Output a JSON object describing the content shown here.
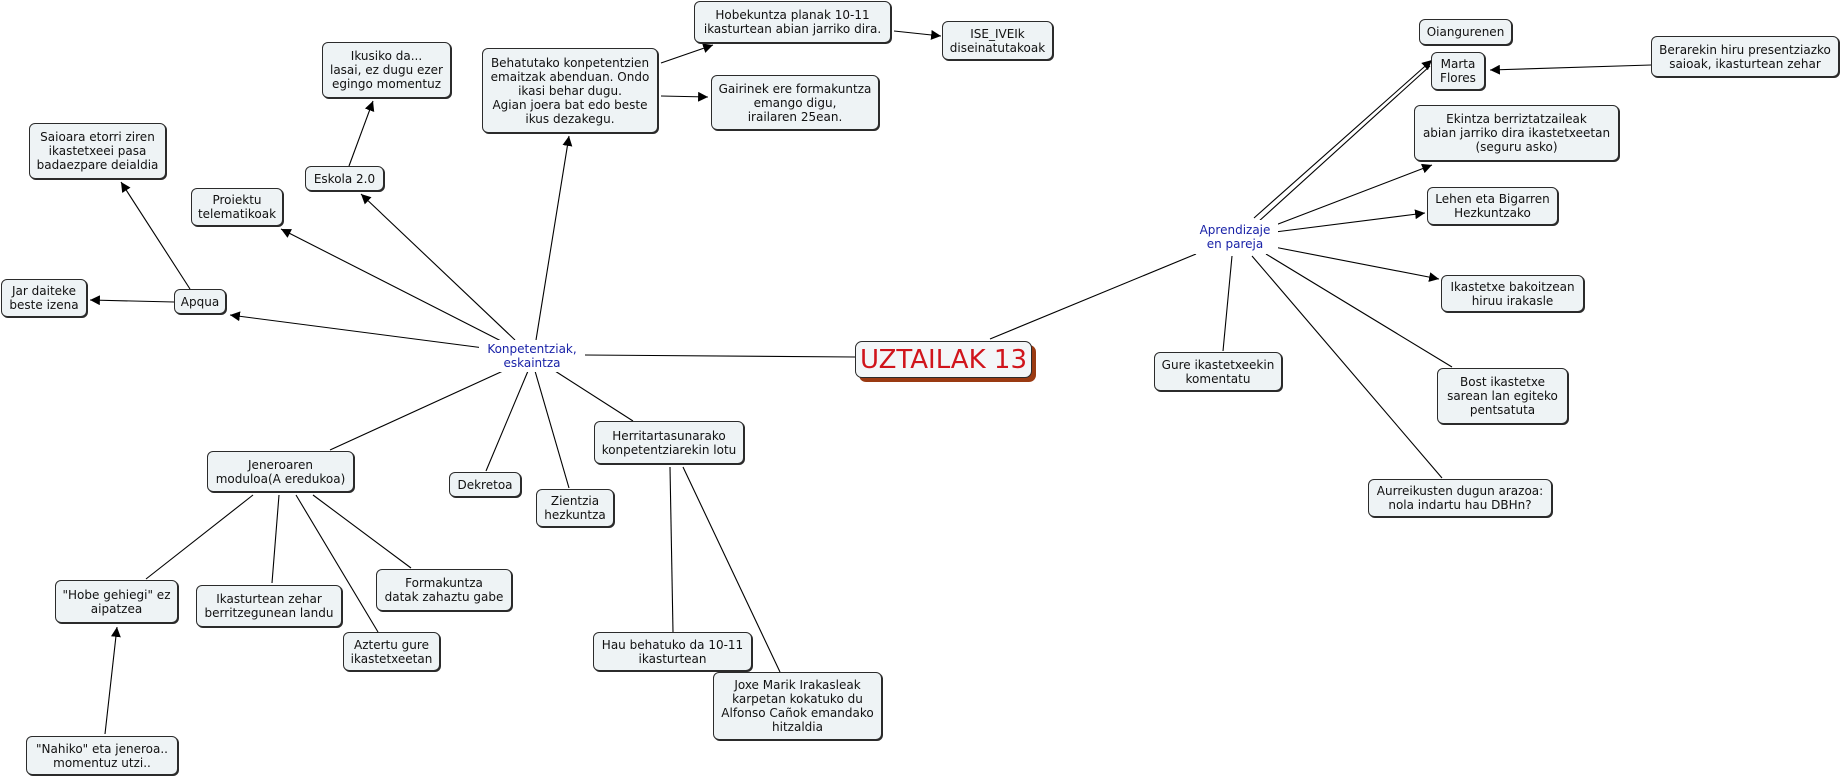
{
  "root": "UZTAILAK 13",
  "hubs": {
    "konpetentziak": "Konpetentziak,\neskaintza",
    "aprendizaje": "Aprendizaje\nen pareja"
  },
  "nodes": {
    "behatutako": "Behatutako konpetentzien\nemaitzak abenduan. Ondo\nikasi behar dugu.\nAgian joera bat edo beste\nikus dezakegu.",
    "hobekuntza": "Hobekuntza planak 10-11\nikasturtean abian jarriko dira.",
    "ise_iveik": "ISE_IVEIk\ndiseinatutakoak",
    "gairinek": "Gairinek ere formakuntza\nemango digu,\nirailaren 25ean.",
    "ikusiko": "Ikusiko da...\nlasai, ez dugu ezer\negingo momentuz",
    "eskola": "Eskola 2.0",
    "proiektu": "Proiektu\ntelematikoak",
    "saioara": "Saioara etorri ziren\nikastetxeei pasa\nbadaezpare deialdia",
    "apqua": "Apqua",
    "jar_daiteke": "Jar daiteke\nbeste izena",
    "jeneroaren": "Jeneroaren\nmoduloa(A eredukoa)",
    "hobe_gehiegi": "\"Hobe gehiegi\" ez\naipatzea",
    "nahiko": "\"Nahiko\" eta jeneroa..\nmomentuz utzi..",
    "ikasturtean_zehar": "Ikasturtean zehar\nberritzegunean landu",
    "aztertu": "Aztertu gure\nikastetxeetan",
    "formakuntza_datak": "Formakuntza\ndatak zahaztu gabe",
    "dekretoa": "Dekretoa",
    "zientzia": "Zientzia\nhezkuntza",
    "herritartasuna": "Herritartasunarako\nkonpetentziarekin lotu",
    "hau_behatuko": "Hau behatuko da 10-11\nikasturtean",
    "joxe_marik": "Joxe Marik Irakasleak\nkarpetan kokatuko du\nAlfonso Cañok emandako\nhitzaldia",
    "oiangurenen": "Oiangurenen",
    "marta_flores": "Marta\nFlores",
    "berarekin": "Berarekin hiru presentziazko\nsaioak, ikasturtean zehar",
    "ekintza": "Ekintza berriztatzaileak\nabian jarriko dira ikastetxeetan\n(seguru asko)",
    "lehen_bigarren": "Lehen eta Bigarren\nHezkuntzako",
    "ikastetxe_bakoitzean": "Ikastetxe bakoitzean\nhiruu irakasle",
    "bost_ikastetxe": "Bost ikastetxe\nsarean lan egiteko\npentsatuta",
    "aurreikusten": "Aurreikusten dugun arazoa:\nnola indartu hau DBHn?",
    "gure_ikastetxeekin": "Gure ikastetxeekin\nkomentatu"
  }
}
